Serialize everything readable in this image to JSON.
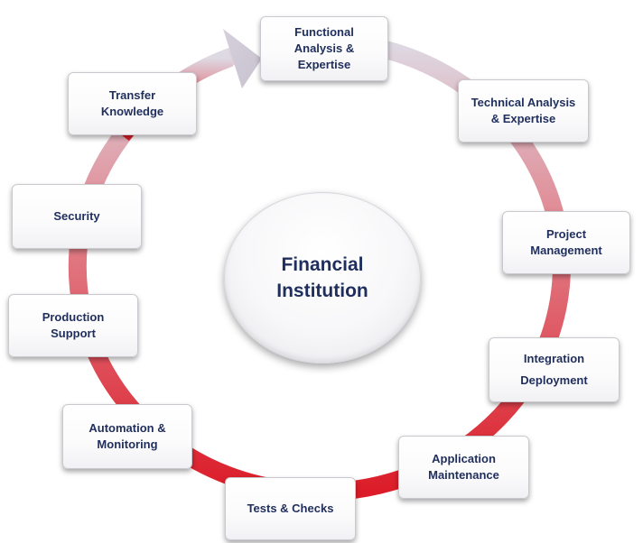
{
  "diagram": {
    "center": {
      "label": "Financial\nInstitution"
    },
    "steps": [
      {
        "id": "functional-analysis",
        "label": "Functional\nAnalysis &\nExpertise"
      },
      {
        "id": "technical-analysis",
        "label": "Technical Analysis\n& Expertise"
      },
      {
        "id": "project-management",
        "label": "Project\nManagement"
      },
      {
        "id": "integration-deployment",
        "label": "Integration\nDeployment"
      },
      {
        "id": "application-maintenance",
        "label": "Application\nMaintenance"
      },
      {
        "id": "tests-checks",
        "label": "Tests & Checks"
      },
      {
        "id": "automation-monitoring",
        "label": "Automation &\nMonitoring"
      },
      {
        "id": "production-support",
        "label": "Production\nSupport"
      },
      {
        "id": "security",
        "label": "Security"
      },
      {
        "id": "transfer-knowledge",
        "label": "Transfer\nKnowledge"
      }
    ],
    "colors": {
      "text": "#1f2e5c",
      "ring_start": "#dedae4",
      "ring_mid": "#e07c86",
      "ring_end": "#dc1c28"
    }
  }
}
